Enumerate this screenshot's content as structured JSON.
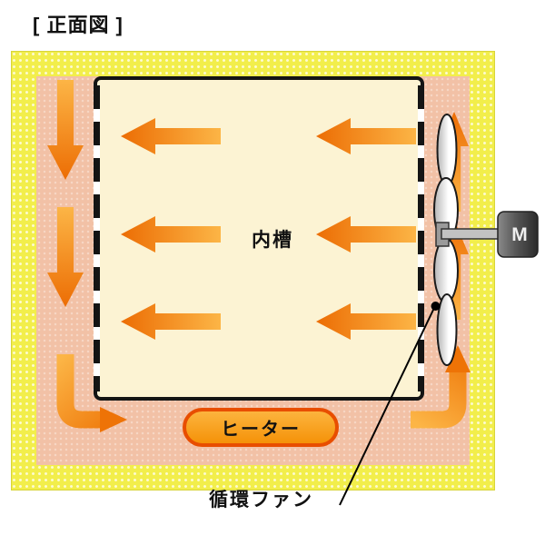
{
  "title": "[ 正面図 ]",
  "labels": {
    "inner_tank": "内槽",
    "heater": "ヒーター",
    "circulation_fan": "循環ファン",
    "motor": "M"
  },
  "colors": {
    "frame_yellow": "#f2ee4b",
    "outer_chamber_pink": "#f2c1a6",
    "inner_chamber_cream": "#fcf3d3",
    "arrow_light": "#fcb546",
    "arrow_dark": "#ec6d04",
    "heater_border": "#e84e00",
    "heater_fill": "#f8a41f",
    "motor_gray": "#555555",
    "outline_black": "#141414"
  }
}
